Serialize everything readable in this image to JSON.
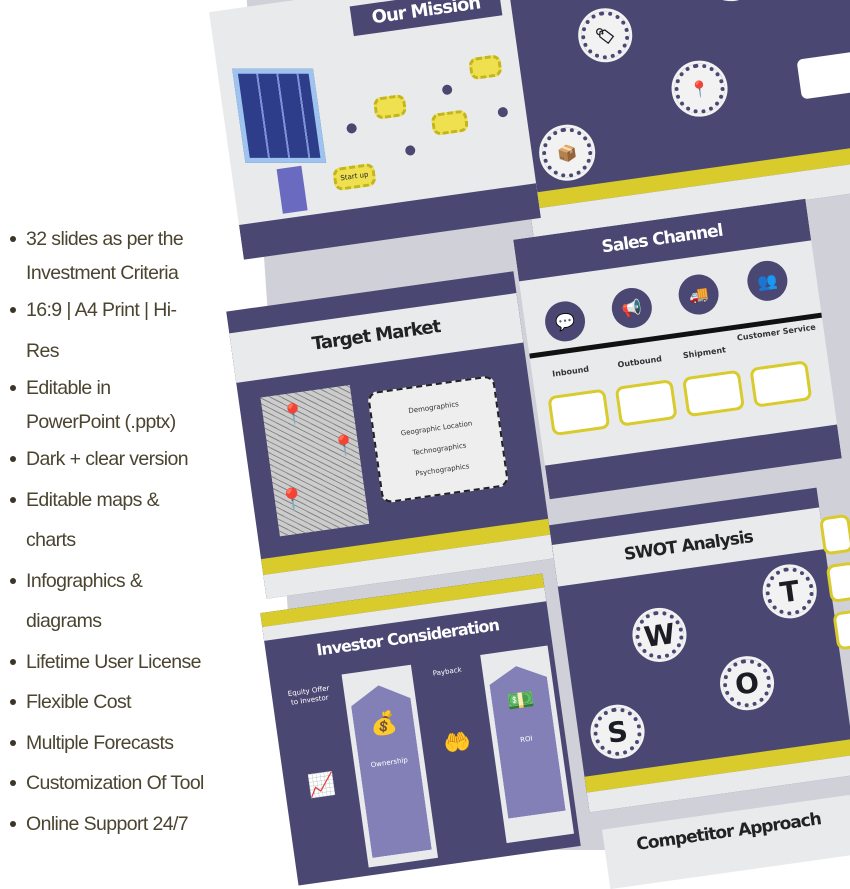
{
  "features": [
    "32 slides as per the Investment Criteria",
    "16:9 | A4 Print | Hi-Res",
    "Editable in PowerPoint (.pptx)",
    "Dark + clear version",
    "Editable maps & charts",
    "Infographics & diagrams",
    "Lifetime User License",
    "Flexible Cost",
    "Multiple Forecasts",
    "Customization Of Tool",
    "Online Support 24/7"
  ],
  "slides": {
    "mission": {
      "title": "Our Mission",
      "startup_label": "Start up"
    },
    "target_market": {
      "title": "Target Market",
      "segments": [
        "Demographics",
        "Geographic Location",
        "Technographics",
        "Psychographics"
      ]
    },
    "sales_channel": {
      "title": "Sales Channel",
      "channels": [
        "Inbound",
        "Outbound",
        "Shipment",
        "Customer Service"
      ]
    },
    "investor": {
      "title": "Investor Consideration",
      "panels": [
        "Equity Offer to Investor",
        "Ownership",
        "Payback",
        "ROI"
      ]
    },
    "swot": {
      "title": "SWOT Analysis",
      "letters": [
        "S",
        "W",
        "O",
        "T"
      ]
    },
    "competitor": {
      "title": "Competitor Approach"
    }
  },
  "colors": {
    "navy": "#4a4872",
    "yellow": "#d8cb2b",
    "light": "#e9eaec",
    "lavender": "#8380b8"
  }
}
